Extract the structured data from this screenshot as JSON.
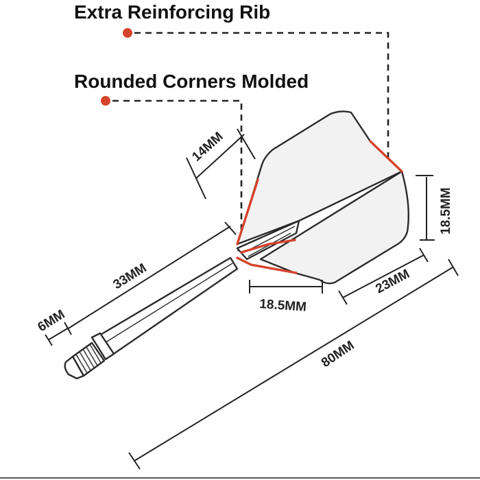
{
  "callouts": {
    "rib": "Extra Reinforcing Rib",
    "corners": "Rounded Corners Molded"
  },
  "dimensions": {
    "stem_width": "14MM",
    "flight_height": "18.5MM",
    "shaft_length": "33MM",
    "thread_length": "6MM",
    "flight_front": "18.5MM",
    "flight_rear": "23MM",
    "total_length": "80MM"
  },
  "colors": {
    "accent": "#d6432b",
    "ink": "#222222",
    "flight_fill": "#f2f2f2"
  }
}
